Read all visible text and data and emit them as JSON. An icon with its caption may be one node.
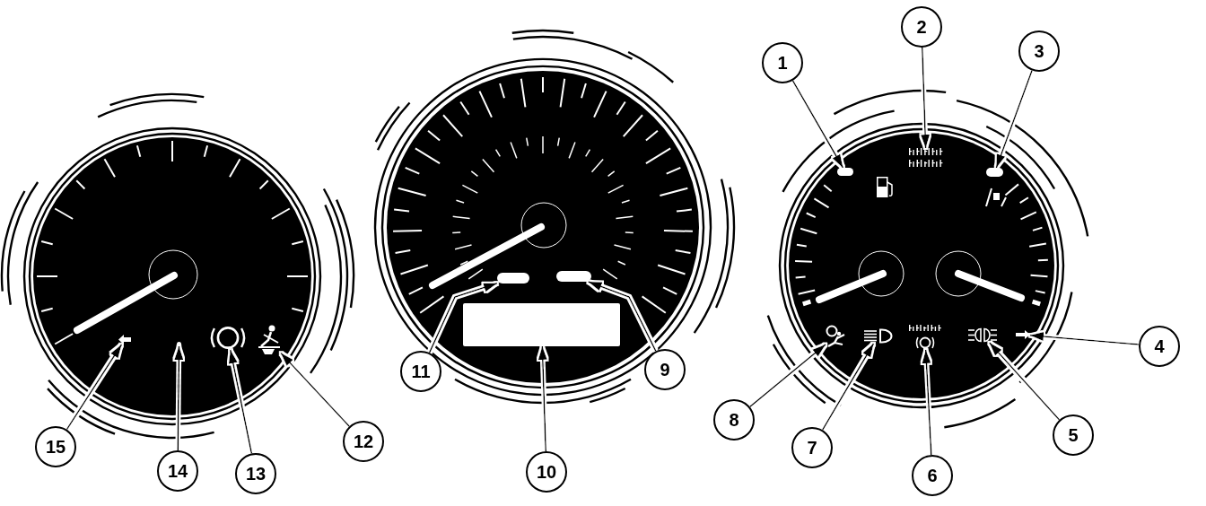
{
  "diagram": {
    "nodes": [
      {
        "text": [
          "1"
        ]
      },
      {
        "text": [
          "2"
        ]
      },
      {
        "text": [
          "3"
        ]
      },
      {
        "text": [
          "4"
        ]
      },
      {
        "text": [
          "5"
        ]
      },
      {
        "text": [
          "6"
        ]
      },
      {
        "text": [
          "7"
        ]
      },
      {
        "text": [
          "8"
        ]
      },
      {
        "text": [
          "9"
        ]
      },
      {
        "text": [
          "10"
        ]
      },
      {
        "text": [
          "11"
        ]
      },
      {
        "text": [
          "12"
        ]
      },
      {
        "text": [
          "13"
        ]
      },
      {
        "text": [
          "14"
        ]
      },
      {
        "text": [
          "15"
        ]
      },
      {
        "text": [],
        "shape": "picture"
      },
      {
        "text": [],
        "shape": "circle"
      },
      {
        "text": [],
        "shape": "circle"
      },
      {
        "text": [],
        "shape": "picture"
      },
      {
        "text": [],
        "shape": "box"
      },
      {
        "text": [],
        "shape": "box"
      },
      {
        "text": [],
        "shape": "box"
      },
      {
        "text": [],
        "shape": "picture"
      },
      {
        "text": [],
        "shape": "box"
      },
      {
        "text": [],
        "shape": "picture"
      },
      {
        "text": [],
        "shape": "picture"
      },
      {
        "text": [],
        "shape": "picture"
      },
      {
        "text": [],
        "shape": "picture"
      },
      {
        "text": [],
        "shape": "box"
      },
      {
        "text": [],
        "shape": "picture"
      }
    ],
    "edges": [
      {
        "from": 0,
        "to": 23,
        "arrow": "to"
      },
      {
        "from": 1,
        "to": 25,
        "arrow": "to"
      },
      {
        "from": 2,
        "to": 28,
        "arrow": "to"
      },
      {
        "from": 3,
        "to": 29,
        "arrow": "to"
      },
      {
        "from": 4,
        "to": 27,
        "arrow": "to"
      },
      {
        "from": 5,
        "to": 26,
        "arrow": "to"
      },
      {
        "from": 6,
        "to": 24,
        "arrow": "to"
      },
      {
        "from": 7,
        "to": 22,
        "arrow": "to"
      },
      {
        "from": 8,
        "to": 20,
        "arrow": "to"
      },
      {
        "from": 9,
        "to": 21,
        "arrow": "to"
      },
      {
        "from": 10,
        "to": 19,
        "arrow": "to"
      },
      {
        "from": 11,
        "to": 18,
        "arrow": "to"
      },
      {
        "from": 12,
        "to": 17,
        "arrow": "to"
      },
      {
        "from": 13,
        "to": 16,
        "arrow": "to"
      },
      {
        "from": 14,
        "to": 15,
        "arrow": "to"
      }
    ]
  }
}
